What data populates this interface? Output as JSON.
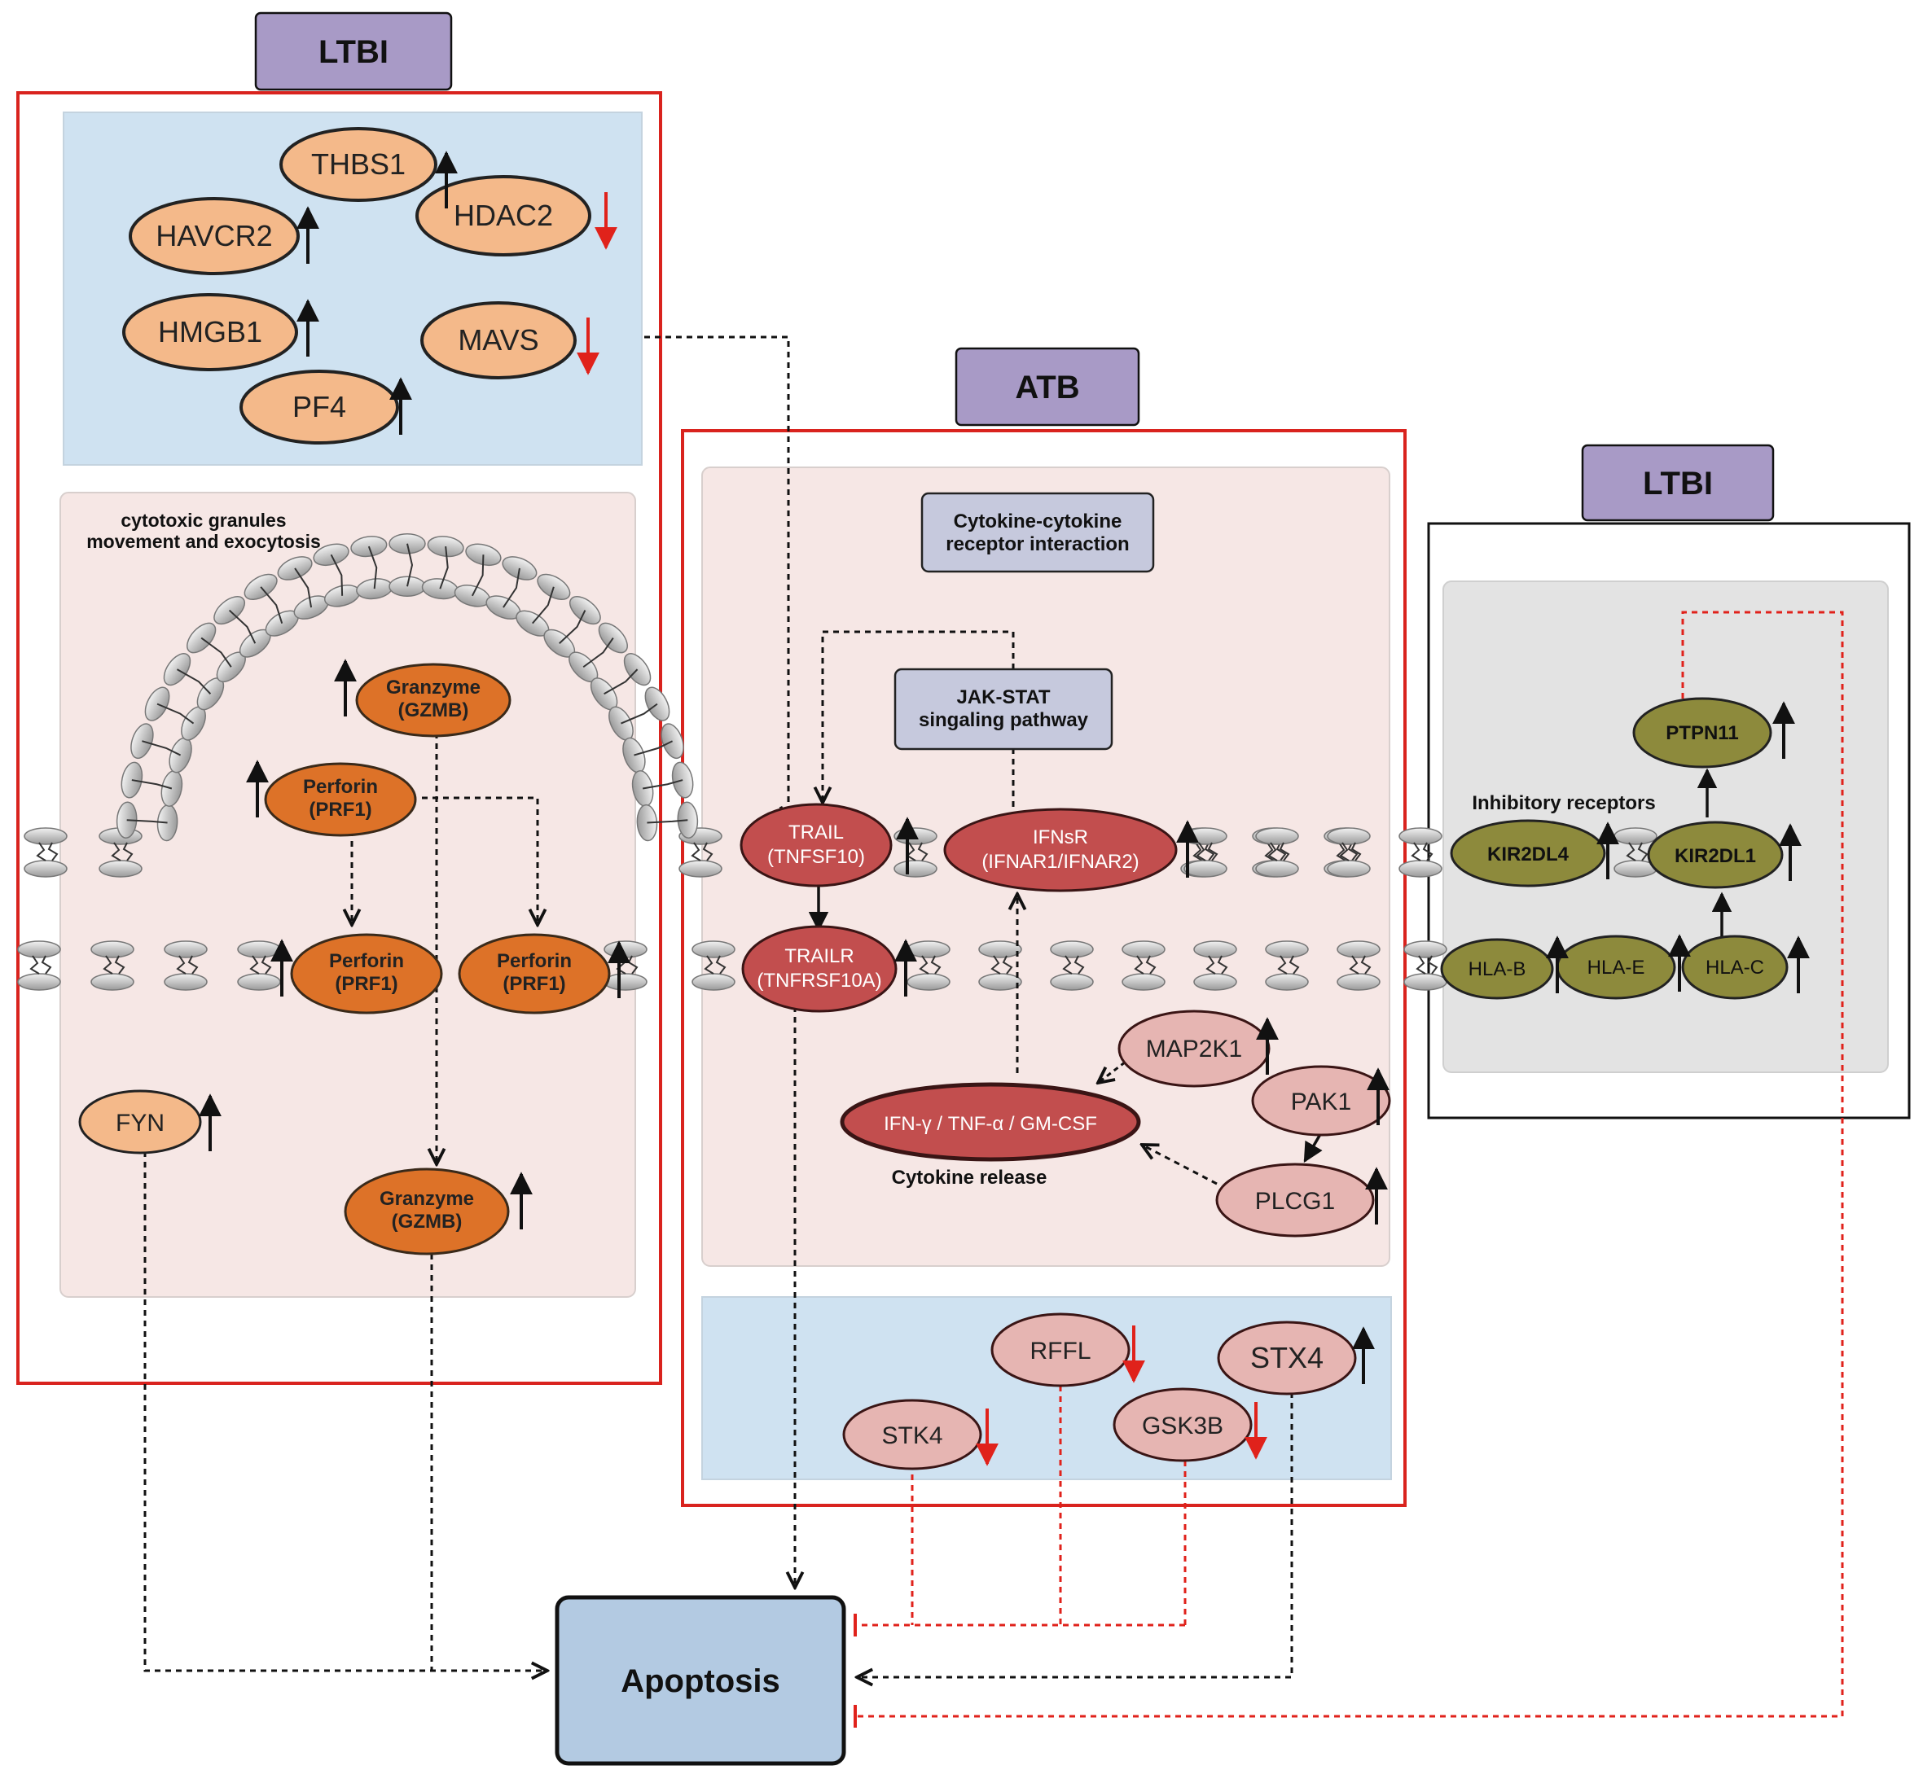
{
  "panels": {
    "ltbi_left": {
      "label": "LTBI"
    },
    "atb": {
      "label": "ATB"
    },
    "ltbi_right": {
      "label": "LTBI"
    }
  },
  "ltbi_left_genes": {
    "thbs1": {
      "label": "THBS1",
      "trend": "up"
    },
    "havcr2": {
      "label": "HAVCR2",
      "trend": "up"
    },
    "hdac2": {
      "label": "HDAC2",
      "trend": "down"
    },
    "hmgb1": {
      "label": "HMGB1",
      "trend": "up"
    },
    "mavs": {
      "label": "MAVS",
      "trend": "down"
    },
    "pf4": {
      "label": "PF4",
      "trend": "up"
    },
    "fyn": {
      "label": "FYN",
      "trend": "up"
    }
  },
  "granule": {
    "note_line1": "cytotoxic granules",
    "note_line2": "movement and exocytosis",
    "granzyme_top": {
      "line1": "Granzyme",
      "line2": "(GZMB)",
      "trend": "up"
    },
    "perforin_top": {
      "line1": "Perforin",
      "line2": "(PRF1)",
      "trend": "up"
    },
    "perforin_left": {
      "line1": "Perforin",
      "line2": "(PRF1)",
      "trend": "up"
    },
    "perforin_right": {
      "line1": "Perforin",
      "line2": "(PRF1)",
      "trend": "up"
    },
    "granzyme_bottom": {
      "line1": "Granzyme",
      "line2": "(GZMB)",
      "trend": "up"
    }
  },
  "atb_nodes": {
    "cytokine_box": {
      "line1": "Cytokine-cytokine",
      "line2": "receptor interaction"
    },
    "jakstat_box": {
      "line1": "JAK-STAT",
      "line2": "singaling pathway"
    },
    "trail": {
      "line1": "TRAIL",
      "line2": "(TNFSF10)",
      "trend": "up"
    },
    "ifnsr": {
      "line1": "IFNsR",
      "line2": "(IFNAR1/IFNAR2)",
      "trend": "up"
    },
    "trailr": {
      "line1": "TRAILR",
      "line2": "(TNFRSF10A)",
      "trend": "up"
    },
    "map2k1": {
      "label": "MAP2K1",
      "trend": "up"
    },
    "pak1": {
      "label": "PAK1",
      "trend": "up"
    },
    "plcg1": {
      "label": "PLCG1",
      "trend": "up"
    },
    "cytokines": {
      "label": "IFN-γ / TNF-α / GM-CSF"
    },
    "cytokine_release": "Cytokine release",
    "rffl": {
      "label": "RFFL",
      "trend": "down"
    },
    "stx4": {
      "label": "STX4",
      "trend": "up"
    },
    "stk4": {
      "label": "STK4",
      "trend": "down"
    },
    "gsk3b": {
      "label": "GSK3B",
      "trend": "down"
    }
  },
  "ltbi_right_nodes": {
    "inhibitory_receptors": "Inhibitory receptors",
    "ptpn11": {
      "label": "PTPN11",
      "trend": "up"
    },
    "kir2dl4": {
      "label": "KIR2DL4",
      "trend": "up"
    },
    "kir2dl1": {
      "label": "KIR2DL1",
      "trend": "up"
    },
    "hla_b": {
      "label": "HLA-B",
      "trend": "up"
    },
    "hla_e": {
      "label": "HLA-E",
      "trend": "up"
    },
    "hla_c": {
      "label": "HLA-C",
      "trend": "up"
    }
  },
  "apoptosis": {
    "label": "Apoptosis"
  },
  "colors": {
    "frame_red": "#d9231e",
    "panel_blue": "#cfe2f1",
    "panel_pink": "#f6e7e5",
    "panel_gray": "#e3e3e3",
    "header_purple": "#a89ac6",
    "node_peach": "#f4b98a",
    "node_orange": "#dd7228",
    "node_darkred": "#c24e4e",
    "node_rose": "#e6b5b2",
    "node_olive": "#8d8a3c",
    "apoptosis_blue": "#b3cae2",
    "arrow_up": "#111111",
    "arrow_down": "#e0221b"
  }
}
